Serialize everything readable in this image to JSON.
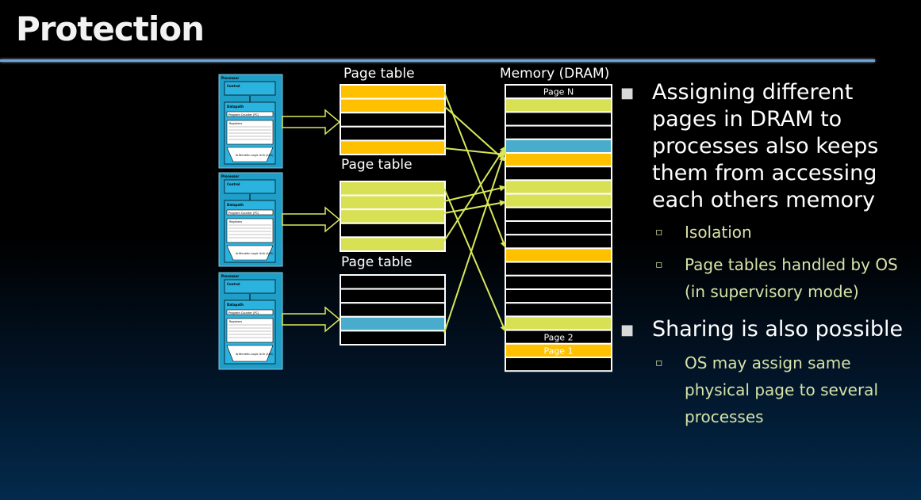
{
  "title": "Protection",
  "diagram": {
    "page_table_labels": [
      "Page table",
      "Page table",
      "Page table"
    ],
    "memory_label": "Memory (DRAM)",
    "memory_page_labels": {
      "top": "Page N",
      "page2": "Page 2",
      "page1": "Page 1"
    },
    "processor_labels": {
      "processor": "Processor",
      "control": "Control",
      "datapath": "Datapath",
      "pc": "Program Counter (PC)",
      "registers": "Registers",
      "alu": "Arithmetic-Logic Unit (ALU)"
    },
    "colors": {
      "orange": "#ffc000",
      "yellow_green": "#d8e054",
      "blue": "#4aaccc",
      "arrow": "#d8e85a",
      "processor_fill": "#1f9ec8"
    },
    "page_tables": [
      [
        "orange",
        "orange",
        "black",
        "black",
        "orange"
      ],
      [
        "yellow",
        "yellow",
        "yellow",
        "black",
        "yellow"
      ],
      [
        "black",
        "black",
        "black",
        "blue",
        "black"
      ]
    ],
    "memory_rows": [
      "label",
      "yellow",
      "black",
      "black",
      "blue",
      "orange",
      "black",
      "yellow",
      "yellow",
      "black",
      "black",
      "black",
      "orange",
      "black",
      "black",
      "black",
      "black",
      "yellow",
      "label",
      "orange",
      "black"
    ]
  },
  "bullets": [
    {
      "text": "Assigning different pages in DRAM to processes also keeps them from accessing each others memory",
      "sub": [
        "Isolation",
        "Page tables handled by OS (in supervisory mode)"
      ]
    },
    {
      "text": "Sharing is also possible",
      "sub": [
        "OS may assign same physical page to several processes"
      ]
    }
  ]
}
